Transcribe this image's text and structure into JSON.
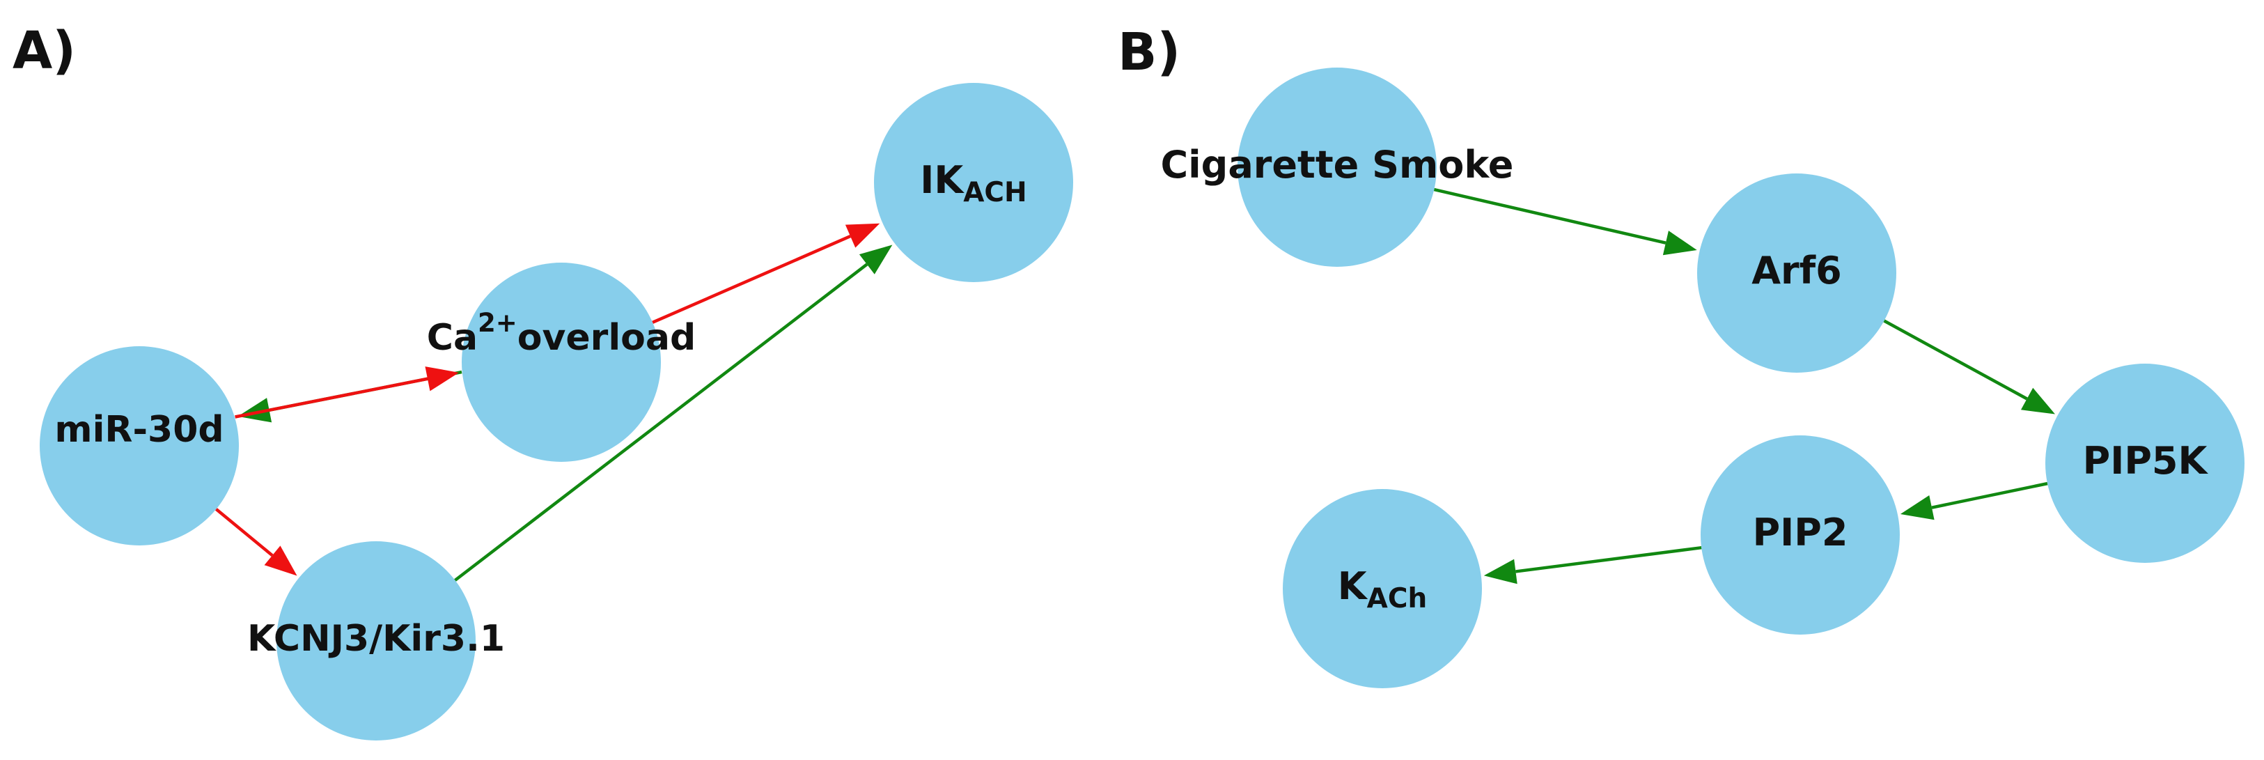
{
  "panel_a": {
    "label": "A)",
    "nodes": [
      {
        "id": "ikach",
        "main": "IK",
        "sub": "ACH"
      },
      {
        "id": "ca",
        "main": "Ca",
        "sup": "2+",
        "tail": "overload"
      },
      {
        "id": "mir30d",
        "main": "miR-30d"
      },
      {
        "id": "kcnj3",
        "main": "KCNJ3/Kir3.1"
      }
    ],
    "edges": [
      {
        "from": "ca",
        "to": "ikach",
        "color": "#ee1111"
      },
      {
        "from": "ca",
        "to": "mir30d",
        "color": "#118811"
      },
      {
        "from": "mir30d",
        "to": "ca",
        "color": "#ee1111"
      },
      {
        "from": "mir30d",
        "to": "kcnj3",
        "color": "#ee1111"
      },
      {
        "from": "kcnj3",
        "to": "ikach",
        "color": "#118811"
      }
    ]
  },
  "panel_b": {
    "label": "B)",
    "nodes": [
      {
        "id": "smoke",
        "main": "Cigarette Smoke"
      },
      {
        "id": "arf6",
        "main": "Arf6"
      },
      {
        "id": "pip5k",
        "main": "PIP5K"
      },
      {
        "id": "pip2",
        "main": "PIP2"
      },
      {
        "id": "kach",
        "main": "K",
        "sub": "ACh"
      }
    ],
    "edges": [
      {
        "from": "smoke",
        "to": "arf6",
        "color": "#118811"
      },
      {
        "from": "arf6",
        "to": "pip5k",
        "color": "#118811"
      },
      {
        "from": "pip5k",
        "to": "pip2",
        "color": "#118811"
      },
      {
        "from": "pip2",
        "to": "kach",
        "color": "#118811"
      }
    ]
  },
  "colors": {
    "node": "#87ceeb",
    "activation": "#118811",
    "inhibition": "#ee1111"
  }
}
